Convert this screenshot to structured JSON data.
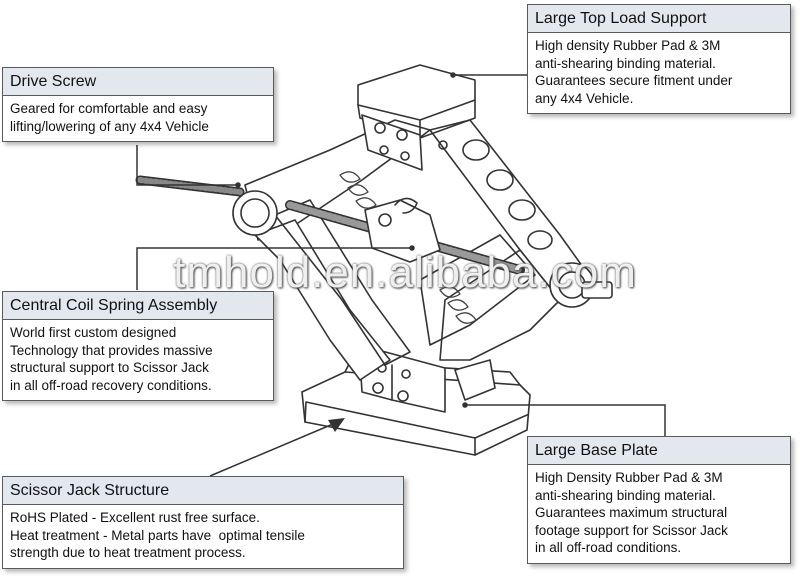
{
  "callouts": {
    "top_load": {
      "title": "Large Top Load Support",
      "lines": [
        "High density Rubber Pad & 3M",
        "anti-shearing binding material.",
        "Guarantees secure fitment under",
        "any 4x4 Vehicle."
      ]
    },
    "drive_screw": {
      "title": "Drive Screw",
      "lines": [
        "Geared for comfortable and easy",
        "lifting/lowering of any 4x4 Vehicle"
      ]
    },
    "coil_spring": {
      "title": "Central Coil Spring Assembly",
      "lines": [
        "World first custom designed",
        "Technology that provides massive",
        "structural support to Scissor Jack",
        "in all off-road recovery conditions."
      ]
    },
    "base_plate": {
      "title": "Large Base Plate",
      "lines": [
        "High Density Rubber Pad & 3M",
        "anti-shearing binding material.",
        "Guarantees maximum structural",
        "footage support for Scissor Jack",
        "in all off-road conditions."
      ]
    },
    "scissor": {
      "title": "Scissor Jack Structure",
      "lines": [
        "RoHS Plated - Excellent rust free surface.",
        "Heat treatment - Metal parts have  optimal tensile",
        "strength due to heat treatment process."
      ]
    }
  },
  "watermark": "tmhold.en.alibaba.com",
  "colors": {
    "title_bg": "#e3e7ee",
    "border": "#5a5a5a",
    "line": "#333333"
  }
}
